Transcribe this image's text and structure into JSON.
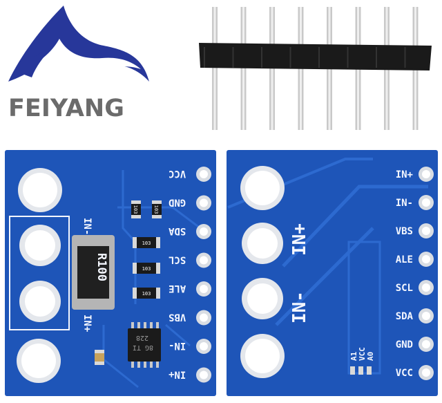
{
  "brand": {
    "name": "FEIYANG",
    "colors": {
      "logo_blue": "#27379a",
      "text_gray": "#6b6b6b"
    }
  },
  "board_left": {
    "pins": [
      "VCC",
      "GND",
      "SDA",
      "SCL",
      "ALE",
      "VBS",
      "IN-",
      "IN+"
    ],
    "shunt_label": "R100",
    "chip_marking": [
      "228",
      "8G TI"
    ],
    "side_labels": {
      "in_minus": "IN-",
      "in_plus": "IN+"
    },
    "smd_codes": [
      "103",
      "103",
      "103",
      "103",
      "103"
    ]
  },
  "board_right": {
    "pins": [
      "IN+",
      "IN-",
      "VBS",
      "ALE",
      "SCL",
      "SDA",
      "GND",
      "VCC"
    ],
    "big_labels": {
      "in_plus": "IN+",
      "in_minus": "IN-"
    },
    "address_pads": [
      "A1",
      "VCC",
      "A0"
    ]
  },
  "colors": {
    "pcb_blue": "#1e55b8",
    "pcb_trace": "#2d6ad0",
    "pad_silver": "#d9dde3",
    "header_black": "#1a1a1a",
    "pin_silver": "#c9c9c9"
  }
}
